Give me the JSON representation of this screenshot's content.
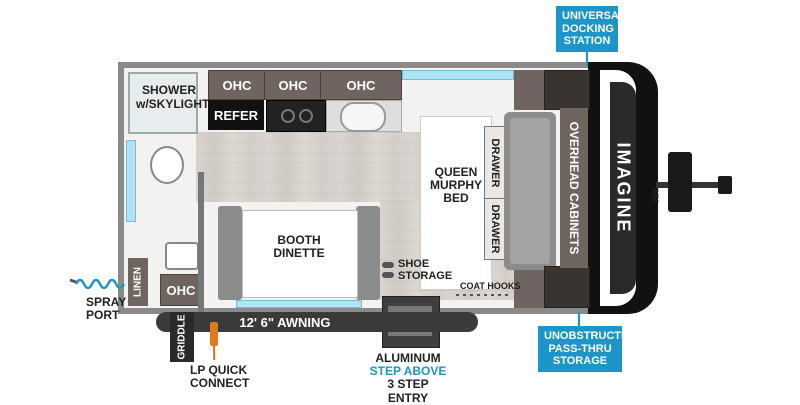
{
  "labels": {
    "universal_docking_station": [
      "UNIVERSAL",
      "DOCKING",
      "STATION"
    ],
    "unobstructed_pass_thru_storage": [
      "UNOBSTRUCTED",
      "PASS-THRU",
      "STORAGE"
    ],
    "shower_line1": "SHOWER",
    "shower_line2": "w/SKYLIGHT",
    "ohc_1": "OHC",
    "ohc_2": "OHC",
    "ohc_3": "OHC",
    "ohc_bath": "OHC",
    "refer": "REFER",
    "queen_murphy_bed": [
      "QUEEN",
      "MURPHY",
      "BED"
    ],
    "drawer_top": "DRAWER",
    "drawer_bottom": "DRAWER",
    "overhead_cabinets": "OVERHEAD CABINETS",
    "booth_dinette": [
      "BOOTH",
      "DINETTE"
    ],
    "shoe_storage": [
      "SHOE",
      "STORAGE"
    ],
    "coat_hooks": "COAT HOOKS",
    "linen": "LINEN",
    "spray_port": [
      "SPRAY",
      "PORT"
    ],
    "awning": "12' 6\" AWNING",
    "griddle": "GRIDDLE",
    "lp_quick_connect": [
      "LP QUICK",
      "CONNECT"
    ],
    "step_entry": [
      "ALUMINUM",
      "STEP ABOVE",
      "3 STEP ENTRY"
    ],
    "imagine_logo": "IMAGINE",
    "aim_logo": "AIM"
  },
  "colors": {
    "accent_blue": "#1c95c8",
    "cabinet": "#6f6460",
    "wall": "#8a8a8a"
  }
}
